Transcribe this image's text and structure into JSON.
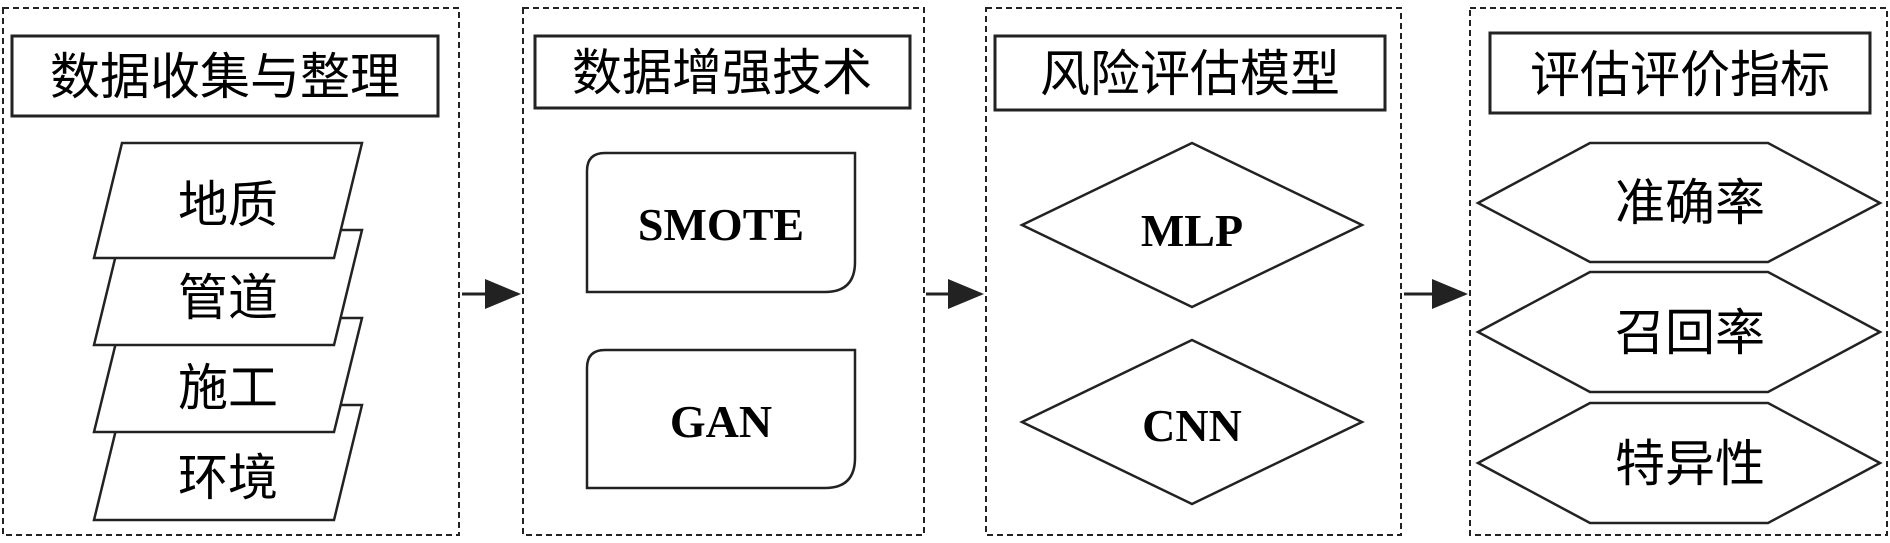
{
  "stages": [
    {
      "title": "数据收集与整理",
      "shape": "parallelogram-stack",
      "items": [
        "地质",
        "管道",
        "施工",
        "环境"
      ]
    },
    {
      "title": "数据增强技术",
      "shape": "rounded-card",
      "items": [
        "SMOTE",
        "GAN"
      ]
    },
    {
      "title": "风险评估模型",
      "shape": "diamond",
      "items": [
        "MLP",
        "CNN"
      ]
    },
    {
      "title": "评估评价指标",
      "shape": "hexagon",
      "items": [
        "准确率",
        "召回率",
        "特异性"
      ]
    }
  ],
  "colors": {
    "stroke": "#222222",
    "background": "#ffffff"
  }
}
